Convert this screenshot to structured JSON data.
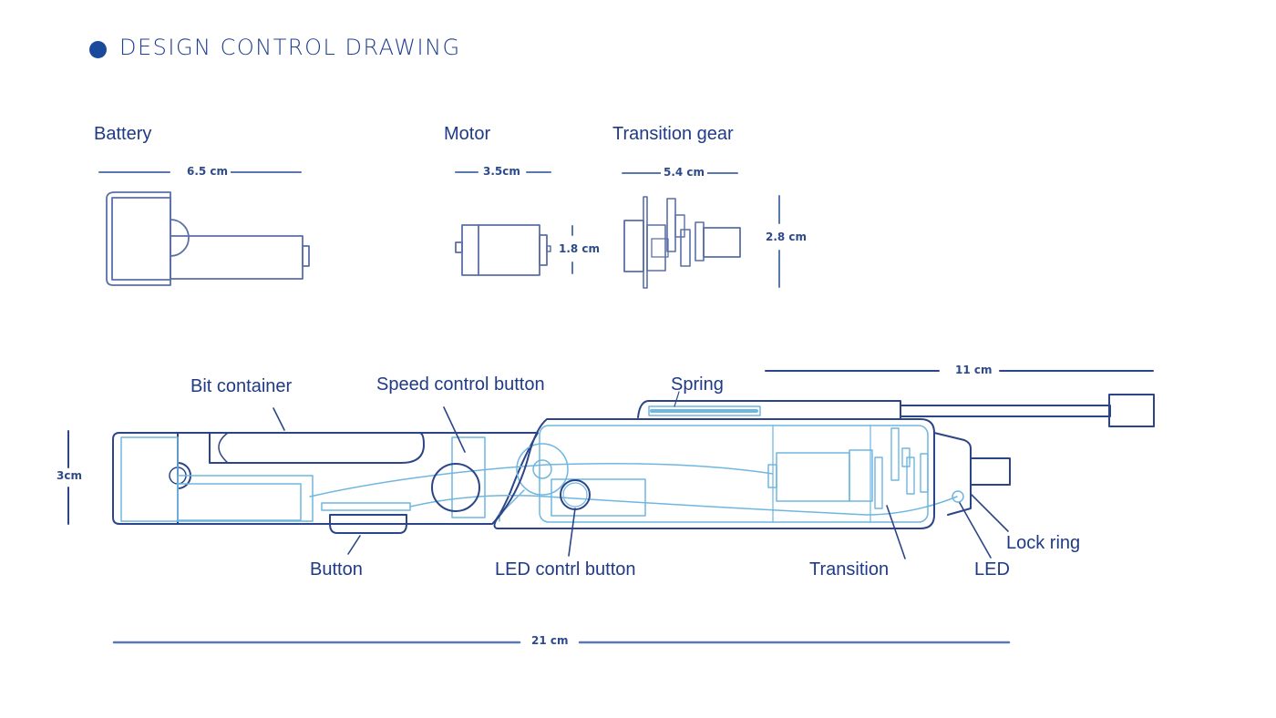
{
  "header": {
    "title": "DESIGN CONTROL DRAWING",
    "bullet_color": "#1b4a9c"
  },
  "colors": {
    "outline_dark": "#2b4588",
    "outline_light": "#6fb6e0",
    "dimension": "#5a78b0",
    "text": "#1f3a86"
  },
  "components": {
    "battery": {
      "label": "Battery",
      "width_dim": "6.5 cm"
    },
    "motor": {
      "label": "Motor",
      "width_dim": "3.5cm",
      "height_dim": "1.8 cm"
    },
    "gear": {
      "label": "Transition gear",
      "width_dim": "5.4 cm",
      "height_dim": "2.8 cm"
    }
  },
  "assembly": {
    "labels": {
      "bit_container": "Bit container",
      "speed_control_button": "Speed control button",
      "spring": "Spring",
      "button": "Button",
      "led_control_button": "LED contrl button",
      "transition": "Transition",
      "led": "LED",
      "lock_ring": "Lock ring"
    },
    "dims": {
      "height": "3cm",
      "total_length": "21 cm",
      "extension_length": "11 cm"
    }
  }
}
